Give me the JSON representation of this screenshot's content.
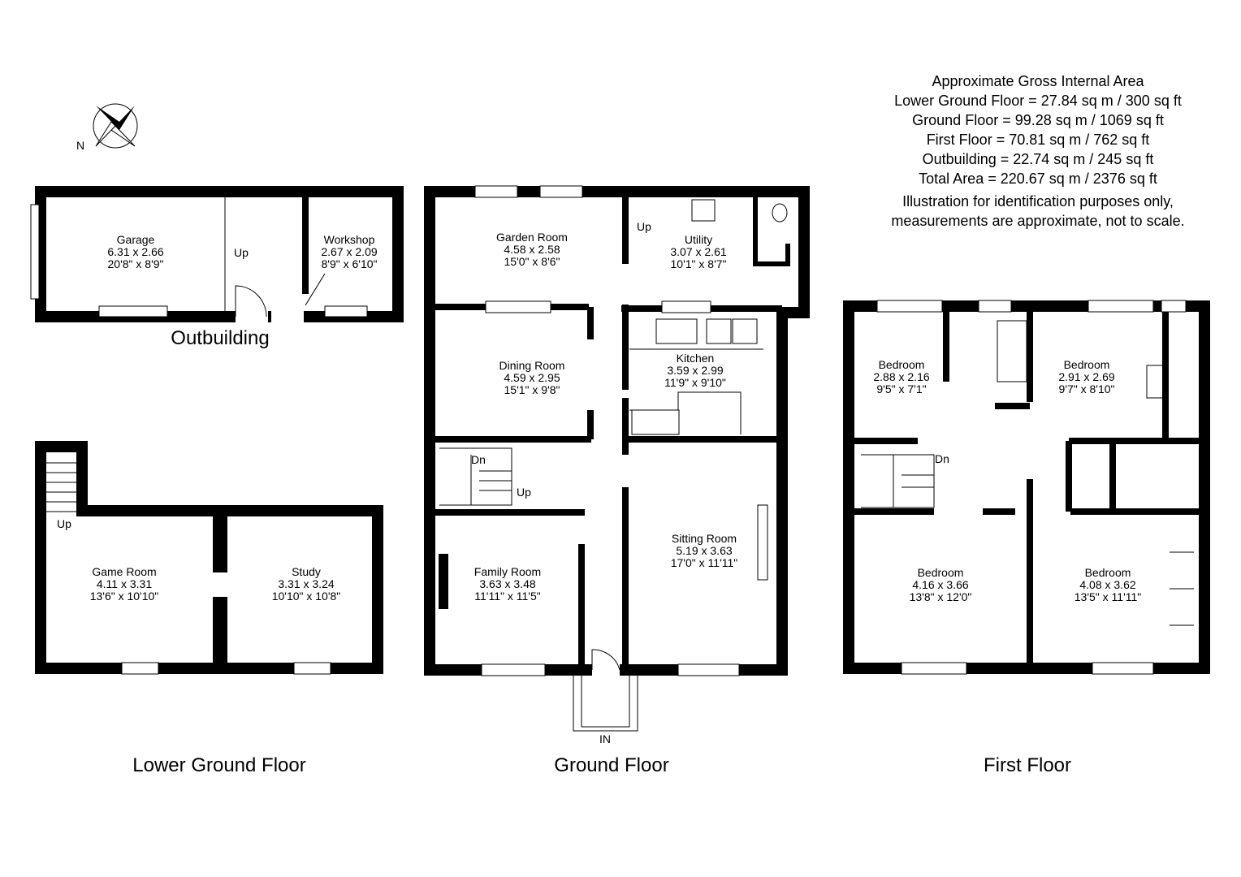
{
  "compass": {
    "label": "N"
  },
  "area_summary": {
    "title": "Approximate Gross Internal Area",
    "lines": [
      "Lower Ground Floor = 27.84 sq m / 300 sq ft",
      "Ground Floor = 99.28 sq m / 1069 sq ft",
      "First Floor = 70.81 sq m / 762 sq ft",
      "Outbuilding = 22.74 sq m / 245 sq ft",
      "Total Area = 220.67 sq m / 2376 sq ft"
    ],
    "disclaimer": [
      "Illustration for identification purposes only,",
      "measurements are approximate, not to scale."
    ]
  },
  "floors": {
    "outbuilding": "Outbuilding",
    "lower_ground": "Lower Ground Floor",
    "ground": "Ground Floor",
    "first": "First Floor"
  },
  "rooms": {
    "garage": {
      "name": "Garage",
      "metric": "6.31 x 2.66",
      "imperial": "20'8\" x 8'9\""
    },
    "workshop": {
      "name": "Workshop",
      "metric": "2.67 x 2.09",
      "imperial": "8'9\" x 6'10\""
    },
    "garden_room": {
      "name": "Garden Room",
      "metric": "4.58 x 2.58",
      "imperial": "15'0\" x 8'6\""
    },
    "utility": {
      "name": "Utility",
      "metric": "3.07 x 2.61",
      "imperial": "10'1\" x 8'7\""
    },
    "dining_room": {
      "name": "Dining Room",
      "metric": "4.59 x 2.95",
      "imperial": "15'1\" x 9'8\""
    },
    "kitchen": {
      "name": "Kitchen",
      "metric": "3.59 x 2.99",
      "imperial": "11'9\" x 9'10\""
    },
    "family_room": {
      "name": "Family Room",
      "metric": "3.63 x 3.48",
      "imperial": "11'11\" x 11'5\""
    },
    "sitting_room": {
      "name": "Sitting Room",
      "metric": "5.19 x 3.63",
      "imperial": "17'0\" x 11'11\""
    },
    "game_room": {
      "name": "Game Room",
      "metric": "4.11 x 3.31",
      "imperial": "13'6\" x 10'10\""
    },
    "study": {
      "name": "Study",
      "metric": "3.31 x 3.24",
      "imperial": "10'10\" x 10'8\""
    },
    "bedroom_1": {
      "name": "Bedroom",
      "metric": "2.88 x 2.16",
      "imperial": "9'5\" x 7'1\""
    },
    "bedroom_2": {
      "name": "Bedroom",
      "metric": "2.91 x 2.69",
      "imperial": "9'7\" x 8'10\""
    },
    "bedroom_3": {
      "name": "Bedroom",
      "metric": "4.16 x 3.66",
      "imperial": "13'8\" x 12'0\""
    },
    "bedroom_4": {
      "name": "Bedroom",
      "metric": "4.08 x 3.62",
      "imperial": "13'5\" x 11'11\""
    }
  },
  "markers": {
    "garage_up": "Up",
    "utility_up": "Up",
    "ground_dn": "Dn",
    "ground_up": "Up",
    "entrance": "IN",
    "lower_up": "Up",
    "first_dn": "Dn"
  }
}
